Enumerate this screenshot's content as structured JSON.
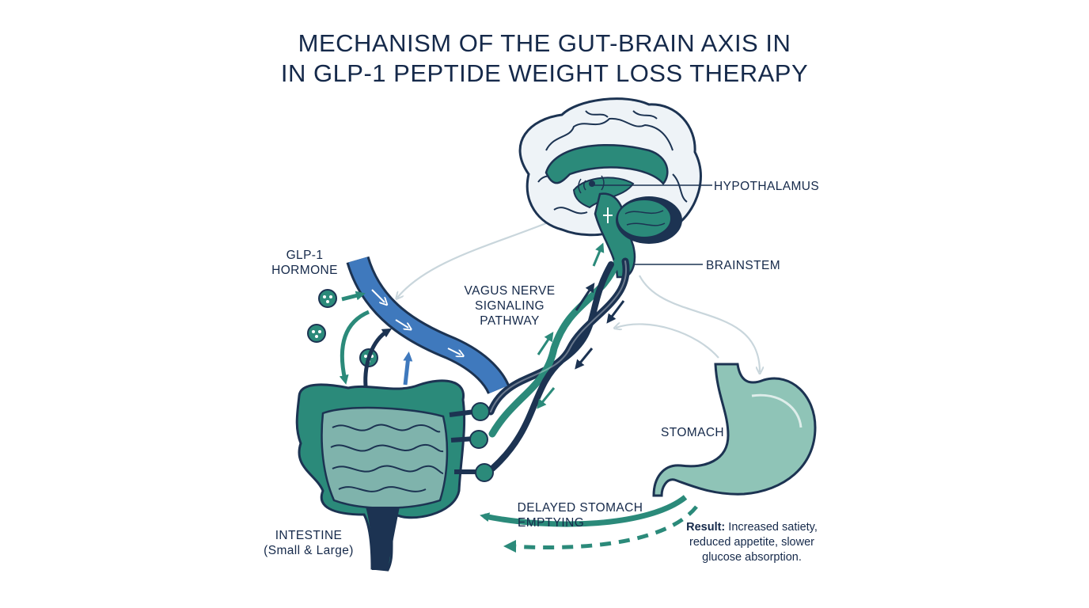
{
  "title": {
    "line1": "MECHANISM OF THE GUT-BRAIN AXIS IN",
    "line2": "IN GLP-1 PEPTIDE WEIGHT LOSS THERAPY"
  },
  "labels": {
    "hypothalamus": "HYPOTHALAMUS",
    "brainstem": "BRAINSTEM",
    "glp1_line1": "GLP-1",
    "glp1_line2": "HORMONE",
    "vagus_line1": "VAGUS NERVE",
    "vagus_line2": "SIGNALING",
    "vagus_line3": "PATHWAY",
    "stomach": "STOMACH",
    "delayed_line1": "DELAYED STOMACH",
    "delayed_line2": "EMPTYING",
    "intestine_line1": "INTESTINE",
    "intestine_line2": "(Small & Large)",
    "result_bold": "Result:",
    "result_line1": " Increased satiety,",
    "result_line2": "reduced appetite, slower",
    "result_line3": "glucose absorption."
  },
  "colors": {
    "navy": "#1c3352",
    "teal": "#2b8a7a",
    "teal_light": "#8fc4b7",
    "blue_vessel": "#3f79bd",
    "grey_arrow": "#c9d6dc"
  }
}
